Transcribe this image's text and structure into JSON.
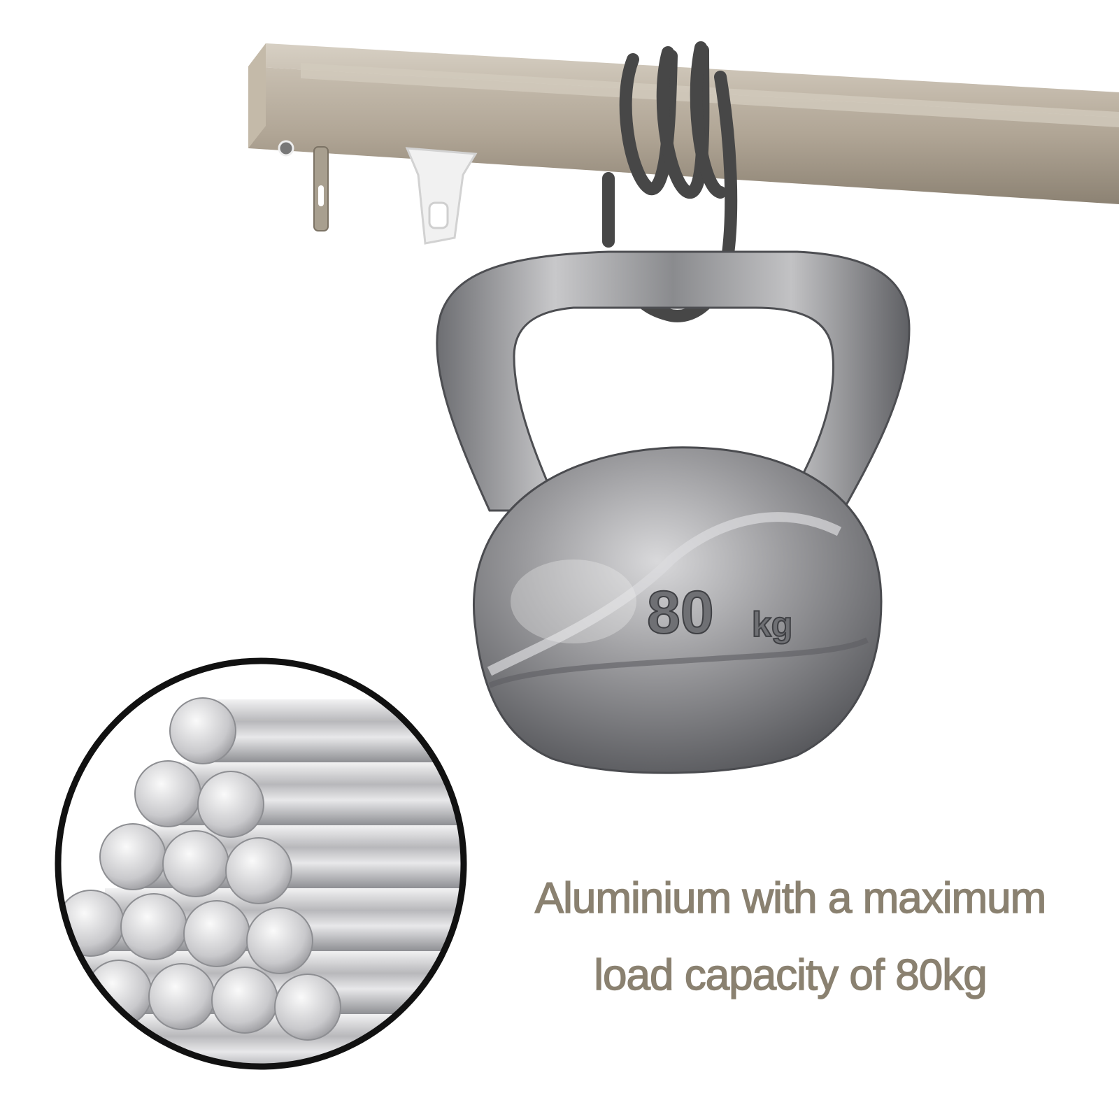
{
  "caption": {
    "line1": "Aluminium with a maximum",
    "line2": "load capacity of 80kg",
    "color": "#8a8170"
  },
  "kettlebell": {
    "weight_number": "80",
    "weight_unit": "kg"
  },
  "colors": {
    "rail": "#b3a99a",
    "rail_dark": "#8e8475",
    "cord": "#4a4a4a",
    "metal": "#a7a7a9",
    "circle_border": "#111111"
  }
}
